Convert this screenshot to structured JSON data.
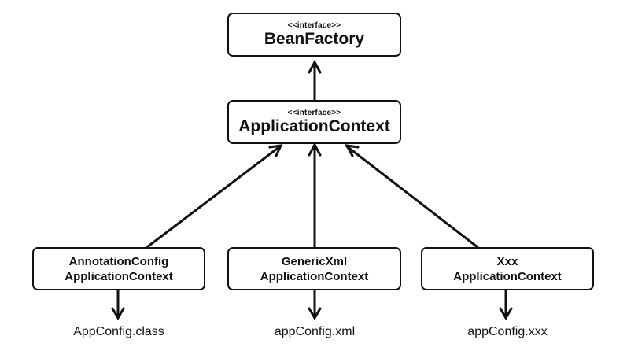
{
  "bean_factory": {
    "stereotype": "<<interface>>",
    "name": "BeanFactory"
  },
  "application_context": {
    "stereotype": "<<interface>>",
    "name": "ApplicationContext"
  },
  "implementations": [
    {
      "line1": "AnnotationConfig",
      "line2": "ApplicationContext",
      "config": "AppConfig.class"
    },
    {
      "line1": "GenericXml",
      "line2": "ApplicationContext",
      "config": "appConfig.xml"
    },
    {
      "line1": "Xxx",
      "line2": "ApplicationContext",
      "config": "appConfig.xxx"
    }
  ]
}
